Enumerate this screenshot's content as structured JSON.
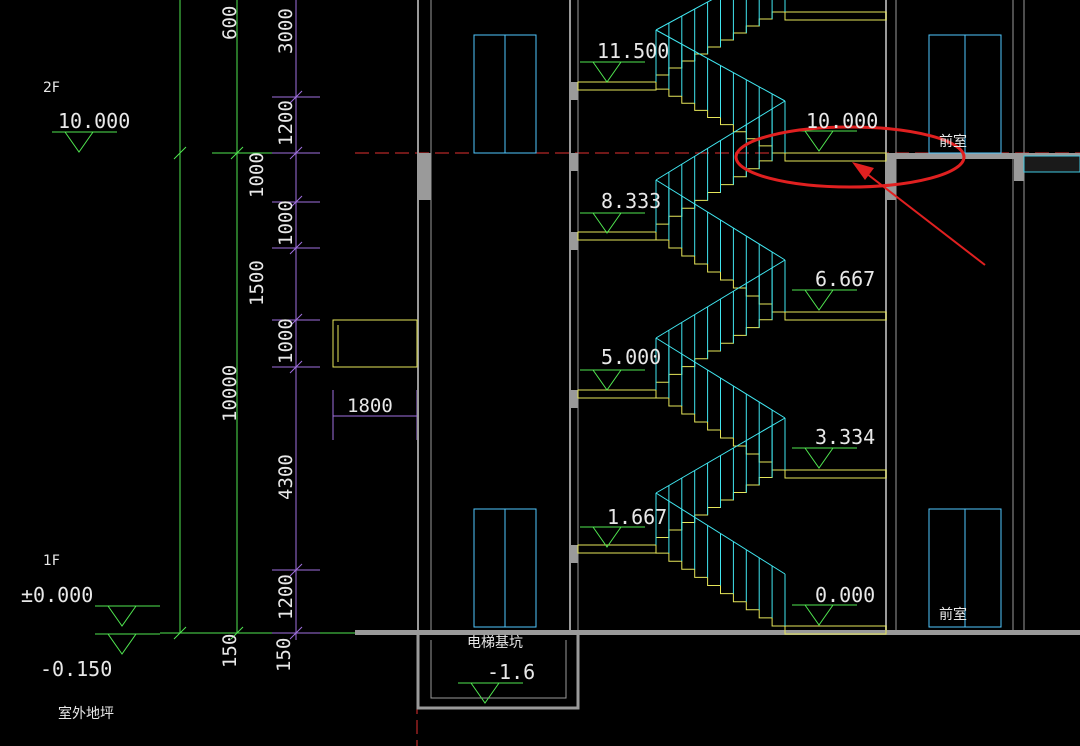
{
  "colors": {
    "background": "#000000",
    "wall": "#9a9a9a",
    "stair": "#40e6f0",
    "slab": "#e6e65a",
    "dimension_green": "#50e650",
    "dimension_purple": "#a070e0",
    "axis_red": "#e03030",
    "highlight_red": "#e02020",
    "elevator": "#50c8ff",
    "text": "#e8e8e8"
  },
  "floor_labels": {
    "floor2": "2F",
    "floor1": "1F"
  },
  "level_labels": {
    "level_2f": "10.000",
    "level_1f": "±0.000",
    "level_outdoor": "-0.150",
    "outdoor_ground": "室外地坪",
    "pit_label": "电梯基坑",
    "pit_depth": "-1.6"
  },
  "stair_landings": {
    "l_11500": "11.500",
    "l_10000": "10.000",
    "l_8333": "8.333",
    "l_6667": "6.667",
    "l_5000": "5.000",
    "l_3334": "3.334",
    "l_1667": "1.667",
    "l_0000": "0.000"
  },
  "room_labels": {
    "anteroom_upper": "前室",
    "anteroom_lower": "前室"
  },
  "dimensions": {
    "d_600": "600",
    "d_3000": "3000",
    "d_1200_top": "1200",
    "d_1000_a": "1000",
    "d_1000_b": "1000",
    "d_1500": "1500",
    "d_1000_c": "1000",
    "d_10000": "10000",
    "d_4300": "4300",
    "d_1200_bot": "1200",
    "d_150_a": "150",
    "d_150_b": "150",
    "d_1800": "1800"
  }
}
